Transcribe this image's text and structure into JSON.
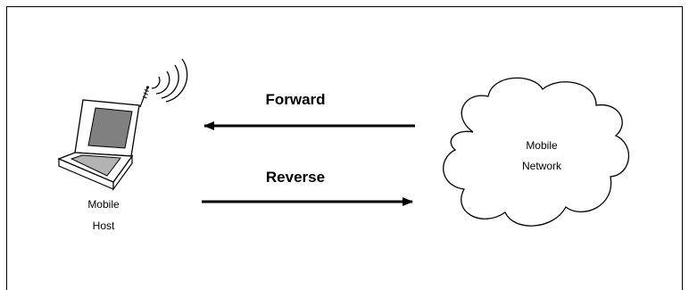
{
  "diagram": {
    "host": {
      "line1": "Mobile",
      "line2": "Host",
      "icon": "laptop-with-antenna-icon"
    },
    "network": {
      "line1": "Mobile",
      "line2": "Network",
      "icon": "cloud-icon"
    },
    "links": {
      "forward": "Forward",
      "reverse": "Reverse"
    },
    "colors": {
      "line": "#000000",
      "screen": "#808080",
      "keyboard": "#b3b3b3"
    }
  }
}
